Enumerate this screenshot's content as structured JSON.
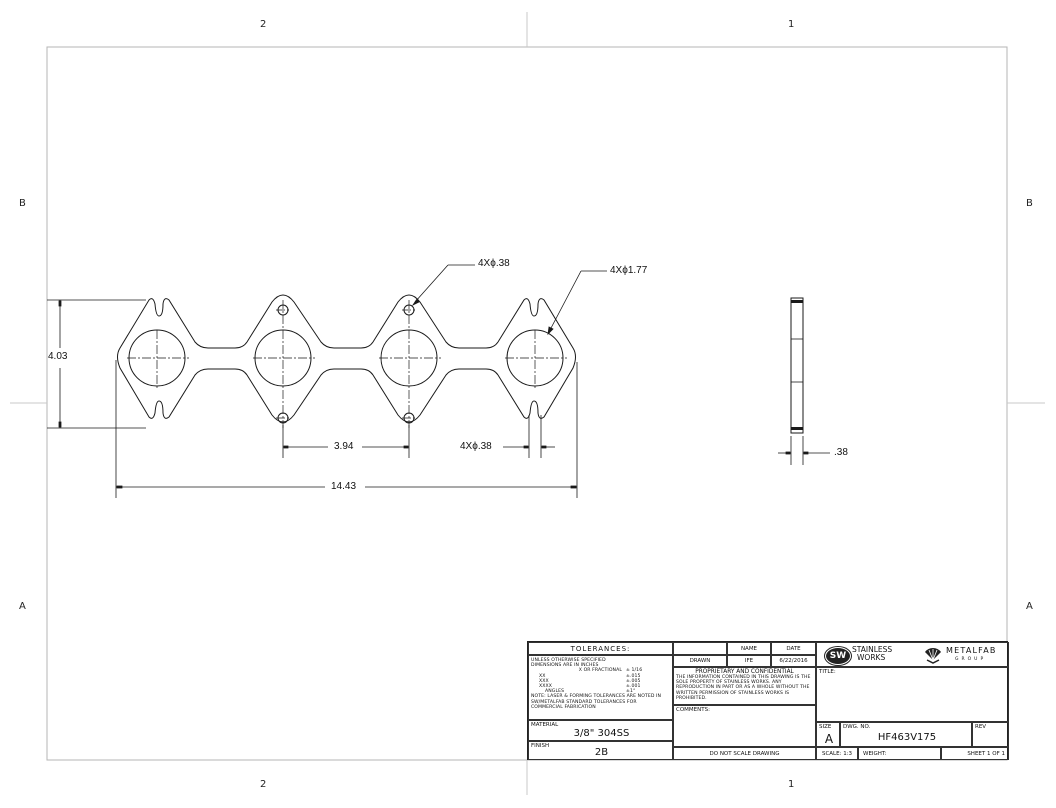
{
  "sheet": {
    "zone_columns": [
      "2",
      "1"
    ],
    "zone_rows": [
      "B",
      "A"
    ]
  },
  "drawing": {
    "dimensions": {
      "overall_height": "4.03",
      "overall_length": "14.43",
      "bolt_spacing": "3.94",
      "bolt_hole_callout": "4Xϕ.38",
      "port_callout": "4Xϕ1.77",
      "slot_callout": "4Xϕ.38",
      "thickness": ".38"
    }
  },
  "title_block": {
    "tolerances": {
      "header": "TOLERANCES:",
      "line1": "UNLESS OTHERWISE SPECIFIED",
      "line2": "DIMENSIONS ARE IN INCHES",
      "rows": [
        {
          "label": "X OR FRACTIONAL",
          "value": "± 1/16"
        },
        {
          "label": "XX",
          "value": "±.015"
        },
        {
          "label": "XXX",
          "value": "±.005"
        },
        {
          "label": "XXXX",
          "value": "±.001"
        },
        {
          "label": "ANGLES",
          "value": "±1°"
        }
      ],
      "note": "NOTE: LASER & FORMING TOLERANCES ARE NOTED IN SW/METALFAB STANDARD TOLERANCES FOR COMMERCIAL FABRICATION"
    },
    "material": {
      "label": "MATERIAL",
      "value": "3/8\" 304SS"
    },
    "finish": {
      "label": "FINISH",
      "value": "2B"
    },
    "approvals": {
      "name_header": "NAME",
      "date_header": "DATE",
      "drawn_label": "DRAWN",
      "drawn_name": "IFE",
      "drawn_date": "6/22/2016"
    },
    "proprietary": {
      "title": "PROPRIETARY AND CONFIDENTIAL",
      "body": "THE INFORMATION CONTAINED IN THIS DRAWING IS THE SOLE PROPERTY OF STAINLESS WORKS. ANY REPRODUCTION IN PART OR AS A WHOLE WITHOUT THE WRITTEN PERMISSION OF STAINLESS WORKS IS PROHIBITED."
    },
    "comments_label": "COMMENTS:",
    "do_not_scale": "DO NOT SCALE DRAWING",
    "logos": {
      "sw_mark": "SW",
      "sw_line1": "STAINLESS",
      "sw_line2": "WORKS",
      "mf_line1": "METALFAB",
      "mf_line2": "GROUP"
    },
    "title_label": "TITLE:",
    "size_label": "SIZE",
    "size_value": "A",
    "dwg_no_label": "DWG.  NO.",
    "dwg_no_value": "HF463V175",
    "rev_label": "REV",
    "scale_label": "SCALE: 1:3",
    "weight_label": "WEIGHT:",
    "sheet_label": "SHEET 1 OF 1"
  }
}
